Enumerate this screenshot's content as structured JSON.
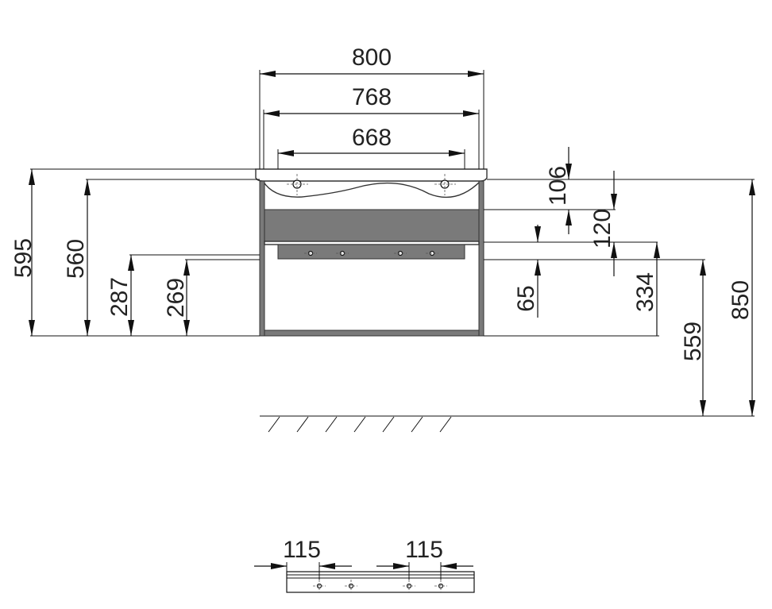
{
  "dimensions": {
    "width_overall": "800",
    "width_inner": "768",
    "width_taps": "668",
    "height_595": "595",
    "height_560": "560",
    "height_287": "287",
    "height_269": "269",
    "height_106": "106",
    "height_120": "120",
    "height_65": "65",
    "height_334": "334",
    "height_559": "559",
    "height_850": "850",
    "spacing_left": "115",
    "spacing_right": "115"
  },
  "colors": {
    "frame": "#7a7a7a",
    "line": "#111111",
    "text": "#222222"
  }
}
